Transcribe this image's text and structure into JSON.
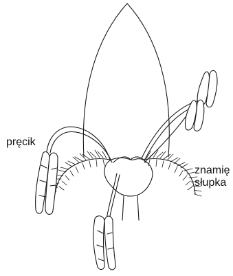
{
  "labels": {
    "stamen": "pręcik",
    "stigma_line1": "znamię",
    "stigma_line2": "słupka"
  },
  "colors": {
    "ink": "#1a1a1a",
    "background": "#ffffff"
  }
}
